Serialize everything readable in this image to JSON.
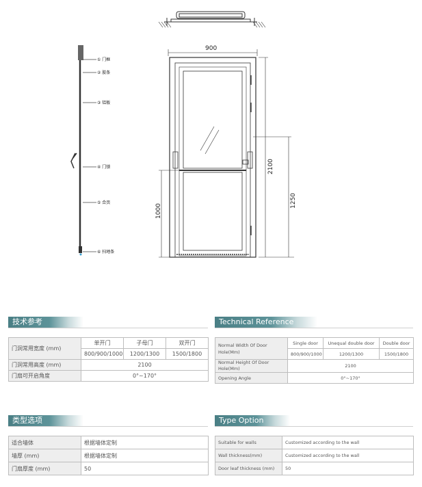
{
  "drawing": {
    "side_labels": [
      "① 门框",
      "② 胶条",
      "③ 铝板",
      "④ 门锁",
      "⑤ 合页",
      "⑥ 扫地条"
    ],
    "dimensions": {
      "width": "900",
      "height": "2100",
      "handle_height": "1250",
      "mid_rail_height": "1000"
    }
  },
  "tech_cn": {
    "title": "技术参考",
    "row1_label": "门洞常用宽度 (mm)",
    "col_headers": [
      "单开门",
      "子母门",
      "双开门"
    ],
    "col_values": [
      "800/900/1000",
      "1200/1300",
      "1500/1800"
    ],
    "row2_label": "门洞常用高度 (mm)",
    "row2_value": "2100",
    "row3_label": "门扇可开启角度",
    "row3_value": "0°~170°"
  },
  "tech_en": {
    "title": "Technical Reference",
    "row1_label": "Normal Width Of Door Hole(Mm)",
    "col_headers": [
      "Single door",
      "Unequal double door",
      "Double door"
    ],
    "col_values": [
      "800/900/1000",
      "1200/1300",
      "1500/1800"
    ],
    "row2_label": "Normal Height Of Door Hole(Mm)",
    "row2_value": "2100",
    "row3_label": "Opening Angle",
    "row3_value": "0°~170°"
  },
  "type_cn": {
    "title": "类型选项",
    "rows": [
      {
        "label": "适合墙体",
        "value": "根据墙体定制"
      },
      {
        "label": "墙厚 (mm)",
        "value": "根据墙体定制"
      },
      {
        "label": "门扇厚度 (mm)",
        "value": "50"
      }
    ]
  },
  "type_en": {
    "title": "Type Option",
    "rows": [
      {
        "label": "Suitable for walls",
        "value": "Customized according to the wall"
      },
      {
        "label": "Wall thickness(mm)",
        "value": "Customized according to the wall"
      },
      {
        "label": "Door leaf thickness (mm)",
        "value": "50"
      }
    ]
  }
}
